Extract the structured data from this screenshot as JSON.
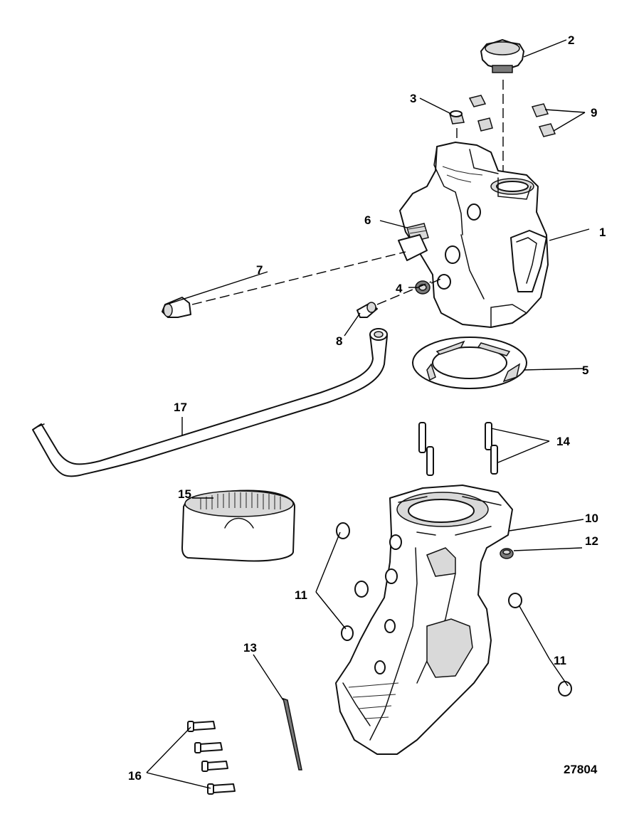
{
  "figure_number": "27804",
  "callouts": [
    "1",
    "2",
    "3",
    "4",
    "5",
    "6",
    "7",
    "8",
    "9",
    "10",
    "11",
    "11",
    "12",
    "13",
    "14",
    "15",
    "16",
    "17"
  ],
  "colors": {
    "line": "#111111",
    "shade": "#d9d9d9",
    "background": "#ffffff"
  }
}
